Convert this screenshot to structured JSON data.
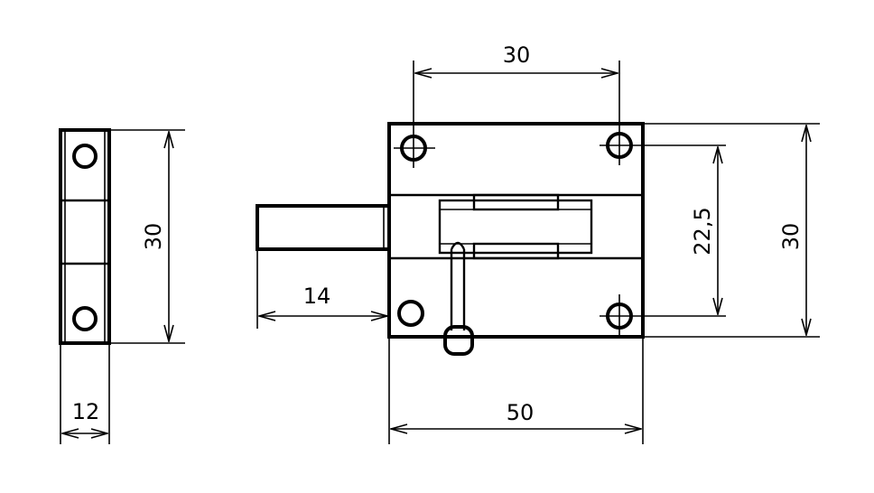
{
  "dimensions": {
    "side_height": "30",
    "side_width": "12",
    "bolt_extension": "14",
    "plate_width": "50",
    "hole_spacing_horizontal": "30",
    "hole_spacing_vertical": "22,5",
    "plate_height": "30"
  }
}
